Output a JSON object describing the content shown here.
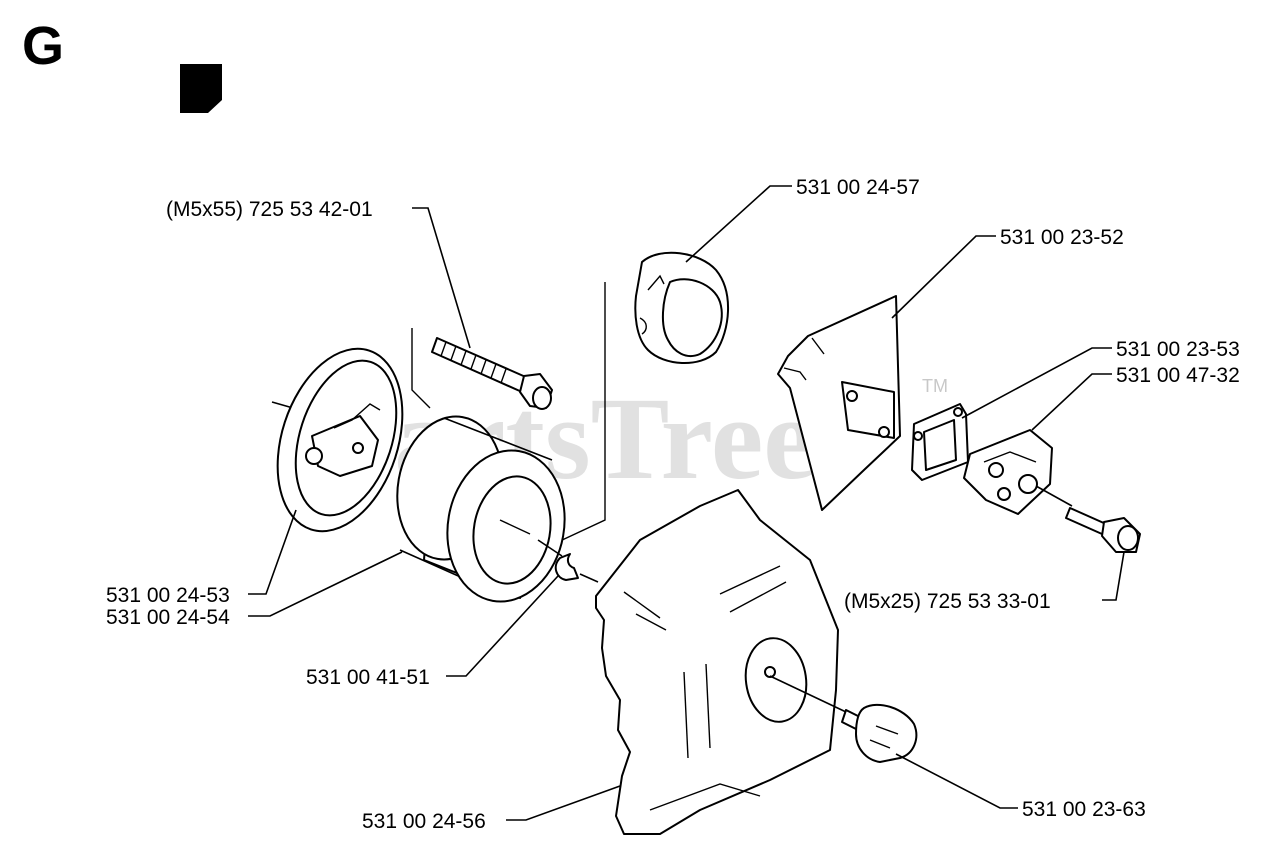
{
  "section_letter": "G",
  "watermark": "PartsTree",
  "trademark": "TM",
  "parts": [
    {
      "id": "screw-long",
      "text": "(M5x55) 725 53 42-01"
    },
    {
      "id": "cover-ring",
      "text": "531 00 24-57"
    },
    {
      "id": "plate",
      "text": "531 00 23-52"
    },
    {
      "id": "gasket",
      "text": "531 00 23-53"
    },
    {
      "id": "holder",
      "text": "531 00 47-32"
    },
    {
      "id": "screw-short",
      "text": "(M5x25) 725 53 33-01"
    },
    {
      "id": "filter-housing",
      "text": "531 00 24-53"
    },
    {
      "id": "filter",
      "text": "531 00 24-54"
    },
    {
      "id": "clip",
      "text": "531 00 41-51"
    },
    {
      "id": "cover",
      "text": "531 00 24-56"
    },
    {
      "id": "knob",
      "text": "531 00 23-63"
    }
  ]
}
